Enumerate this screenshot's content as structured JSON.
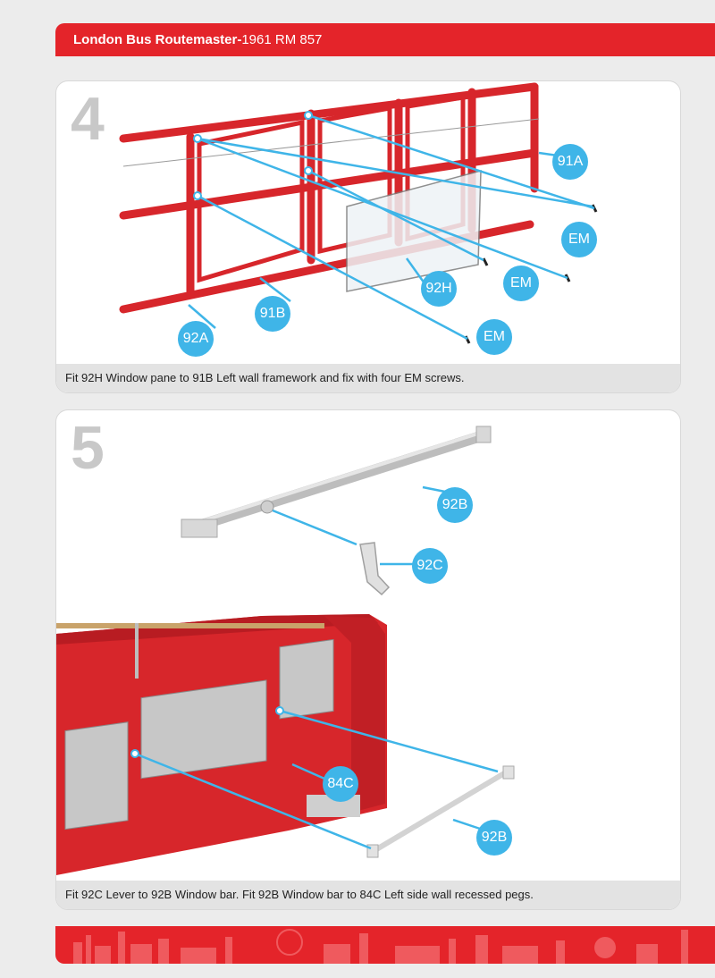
{
  "header": {
    "title_bold": "London Bus Routemaster-",
    "title_rest": "1961 RM 857",
    "color": "#e4242a"
  },
  "steps": [
    {
      "number": "4",
      "callouts": [
        "91A",
        "EM",
        "EM",
        "92H",
        "91B",
        "92A",
        "EM"
      ],
      "caption": "Fit 92H Window pane to 91B Left wall framework and fix with four EM screws."
    },
    {
      "number": "5",
      "callouts": [
        "92B",
        "92C",
        "84C",
        "92B"
      ],
      "caption": "Fit 92C Lever to 92B Window bar. Fit 92B Window bar to 84C Left side wall recessed pegs."
    }
  ],
  "colors": {
    "callout": "#3fb5e8",
    "frame_red": "#d7262b",
    "caption_bg": "#e3e3e3",
    "step_number": "#c8c8c8"
  },
  "footer": {
    "graphic": "london-skyline"
  }
}
